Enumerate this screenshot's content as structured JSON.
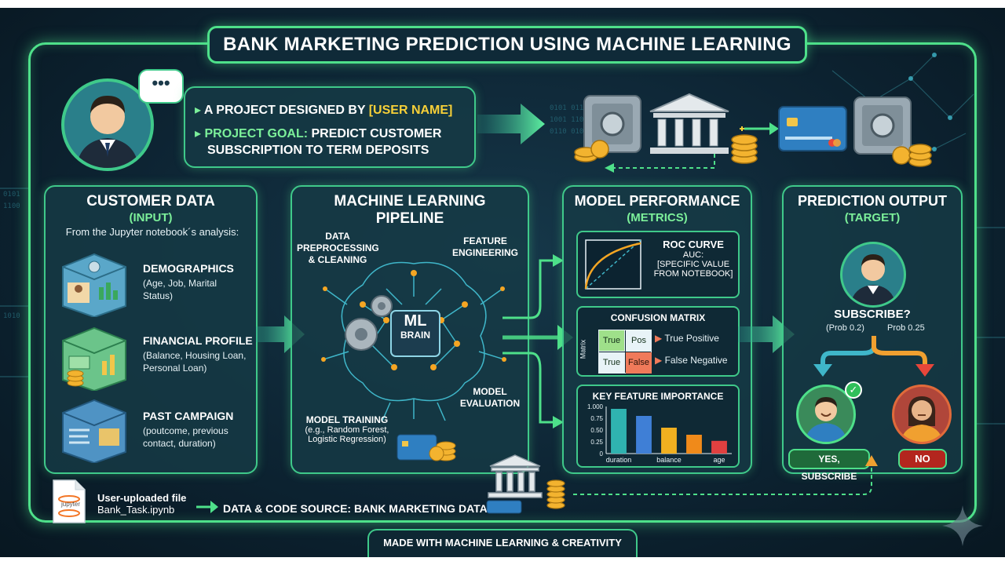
{
  "header": {
    "title": "BANK MARKETING PREDICTION USING MACHINE LEARNING"
  },
  "project": {
    "designed_by_prefix": "A PROJECT DESIGNED BY ",
    "designed_by_name": "[USER NAME]",
    "goal_label": "PROJECT GOAL:",
    "goal_text_1": " PREDICT CUSTOMER",
    "goal_text_2": "SUBSCRIPTION TO TERM DEPOSITS"
  },
  "customer_data": {
    "title": "CUSTOMER DATA",
    "subtitle": "(INPUT)",
    "intro": "From the Jupyter notebook´s analysis:",
    "items": [
      {
        "title": "DEMOGRAPHICS",
        "line1": "(Age, Job, Marital",
        "line2": "Status)"
      },
      {
        "title": "FINANCIAL PROFILE",
        "line1": "(Balance, Housing Loan,",
        "line2": "Personal Loan)"
      },
      {
        "title": "PAST CAMPAIGN",
        "line1": "(poutcome, previous",
        "line2": "contact, duration)"
      }
    ]
  },
  "pipeline": {
    "title_1": "MACHINE LEARNING",
    "title_2": "PIPELINE",
    "preprocessing_1": "DATA",
    "preprocessing_2": "PREPROCESSING",
    "preprocessing_3": "& CLEANING",
    "feature_1": "FEATURE",
    "feature_2": "ENGINEERING",
    "brain_1": "ML",
    "brain_2": "BRAIN",
    "training_1": "MODEL TRAINING",
    "training_2": "(e.g., Random Forest,",
    "training_3": "Logistic Regression)",
    "evaluation_1": "MODEL",
    "evaluation_2": "EVALUATION"
  },
  "performance": {
    "title": "MODEL PERFORMANCE",
    "subtitle": "(METRICS)",
    "roc_title": "ROC CURVE",
    "roc_auc": "AUC:",
    "roc_value_1": "[SPECIFIC VALUE",
    "roc_value_2": "FROM NOTEBOOK]",
    "cm_title": "CONFUSION MATRIX",
    "cm_axis": "Matrix",
    "cm_cells": [
      "True",
      "Pos",
      "True",
      "False"
    ],
    "cm_legend_1": "True Positive",
    "cm_legend_2": "False Negative",
    "fi_title": "KEY FEATURE IMPORTANCE"
  },
  "output": {
    "title": "PREDICTION OUTPUT",
    "subtitle": "(TARGET)",
    "question": "SUBSCRIBE?",
    "prob_left": "(Prob 0.2)",
    "prob_right": "Prob 0.25",
    "yes_label": "YES, SUBSCRIBE",
    "no_label": "NO"
  },
  "footer": {
    "file_label": "User-uploaded file",
    "file_name": "Bank_Task.ipynb",
    "jupyter": "jupyter",
    "source": "DATA & CODE SOURCE: BANK MARKETING DATASET",
    "made_with": "MADE WITH MACHINE LEARNING & CREATIVITY"
  },
  "chart_data": {
    "type": "bar",
    "title": "KEY FEATURE IMPORTANCE",
    "categories": [
      "duration",
      "",
      "balance",
      "",
      "age"
    ],
    "values": [
      0.95,
      0.8,
      0.55,
      0.4,
      0.27
    ],
    "yticks": [
      "1.000",
      "0.75",
      "0.50",
      "0.25",
      "0"
    ],
    "ylim": [
      0,
      1.0
    ],
    "colors": [
      "#2fb3b0",
      "#3f7fd6",
      "#f0b020",
      "#f08a1a",
      "#e04040"
    ]
  },
  "colors": {
    "accent_green": "#4ee08a",
    "text_green": "#7cf09a",
    "yellow": "#f7d038",
    "background": "#0d2433"
  }
}
